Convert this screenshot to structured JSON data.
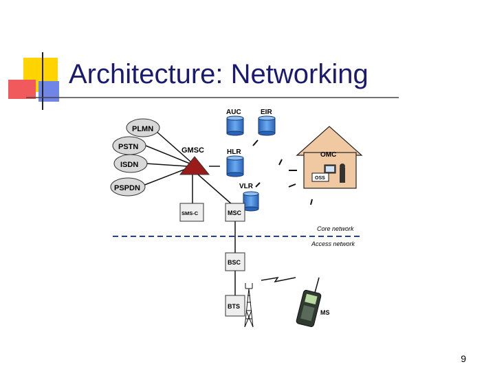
{
  "slide": {
    "title": "Architecture: Networking",
    "page_number": "9"
  },
  "diagram": {
    "clouds": [
      "PLMN",
      "PSTN",
      "ISDN",
      "PSPDN"
    ],
    "gmsc": "GMSC",
    "databases": {
      "auc": "AUC",
      "eir": "EIR",
      "hlr": "HLR",
      "vlr": "VLR"
    },
    "omc": "OMC",
    "oss": "OSS",
    "sms_c": "SMS-C",
    "msc": "MSC",
    "bsc": "BSC",
    "bts": "BTS",
    "ms": "MS",
    "core_network": "Core network",
    "access_network": "Access network"
  },
  "colors": {
    "title": "#1a1a70",
    "database": "#3a7fd0",
    "gmsc": "#9b1b1b",
    "dashed_line": "#1f3f8f",
    "accent_yellow": "#ffd400",
    "accent_red": "#e8383b",
    "accent_blue": "#3a5fd8"
  }
}
